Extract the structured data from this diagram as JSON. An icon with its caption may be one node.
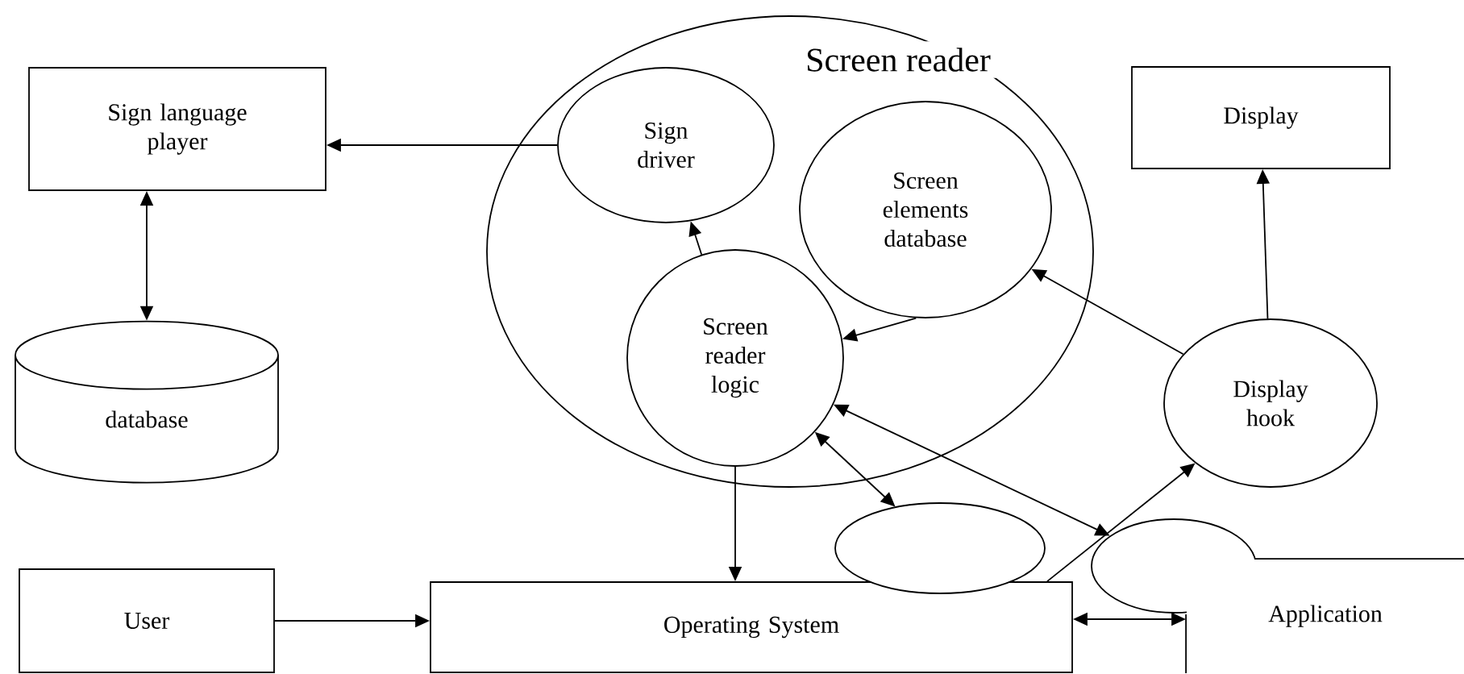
{
  "diagram": {
    "nodes": [
      {
        "text": [
          "Screen reader"
        ]
      },
      {
        "text": [
          "Sign language player"
        ]
      },
      {
        "text": [
          "database"
        ]
      },
      {
        "text": [
          "Sign driver"
        ],
        "in": 0
      },
      {
        "text": [
          "Screen elements database"
        ],
        "in": 0
      },
      {
        "text": [
          "Screen reader logic"
        ],
        "in": 0
      },
      {
        "text": [
          "Display"
        ]
      },
      {
        "text": [
          "Display hook"
        ]
      },
      {
        "text": [],
        "shape": "circle"
      },
      {
        "text": [],
        "shape": "circle"
      },
      {
        "text": [
          "User"
        ]
      },
      {
        "text": [
          "Operating System"
        ]
      },
      {
        "text": [
          "Application"
        ]
      }
    ],
    "edges": [
      {
        "from": 3,
        "to": 1,
        "arrow": "to"
      },
      {
        "from": 1,
        "to": 2,
        "arrow": "both"
      },
      {
        "from": 5,
        "to": 3,
        "arrow": "to"
      },
      {
        "from": 4,
        "to": 5,
        "arrow": "to"
      },
      {
        "from": 7,
        "to": 4,
        "arrow": "to"
      },
      {
        "from": 7,
        "to": 6,
        "arrow": "to"
      },
      {
        "from": 5,
        "to": 9,
        "arrow": "both"
      },
      {
        "from": 5,
        "to": 8,
        "arrow": "both"
      },
      {
        "from": 5,
        "to": 11,
        "arrow": "to"
      },
      {
        "from": 11,
        "to": 7,
        "arrow": "to"
      },
      {
        "from": 10,
        "to": 11,
        "arrow": "to"
      },
      {
        "from": 11,
        "to": 12,
        "arrow": "both"
      }
    ]
  }
}
